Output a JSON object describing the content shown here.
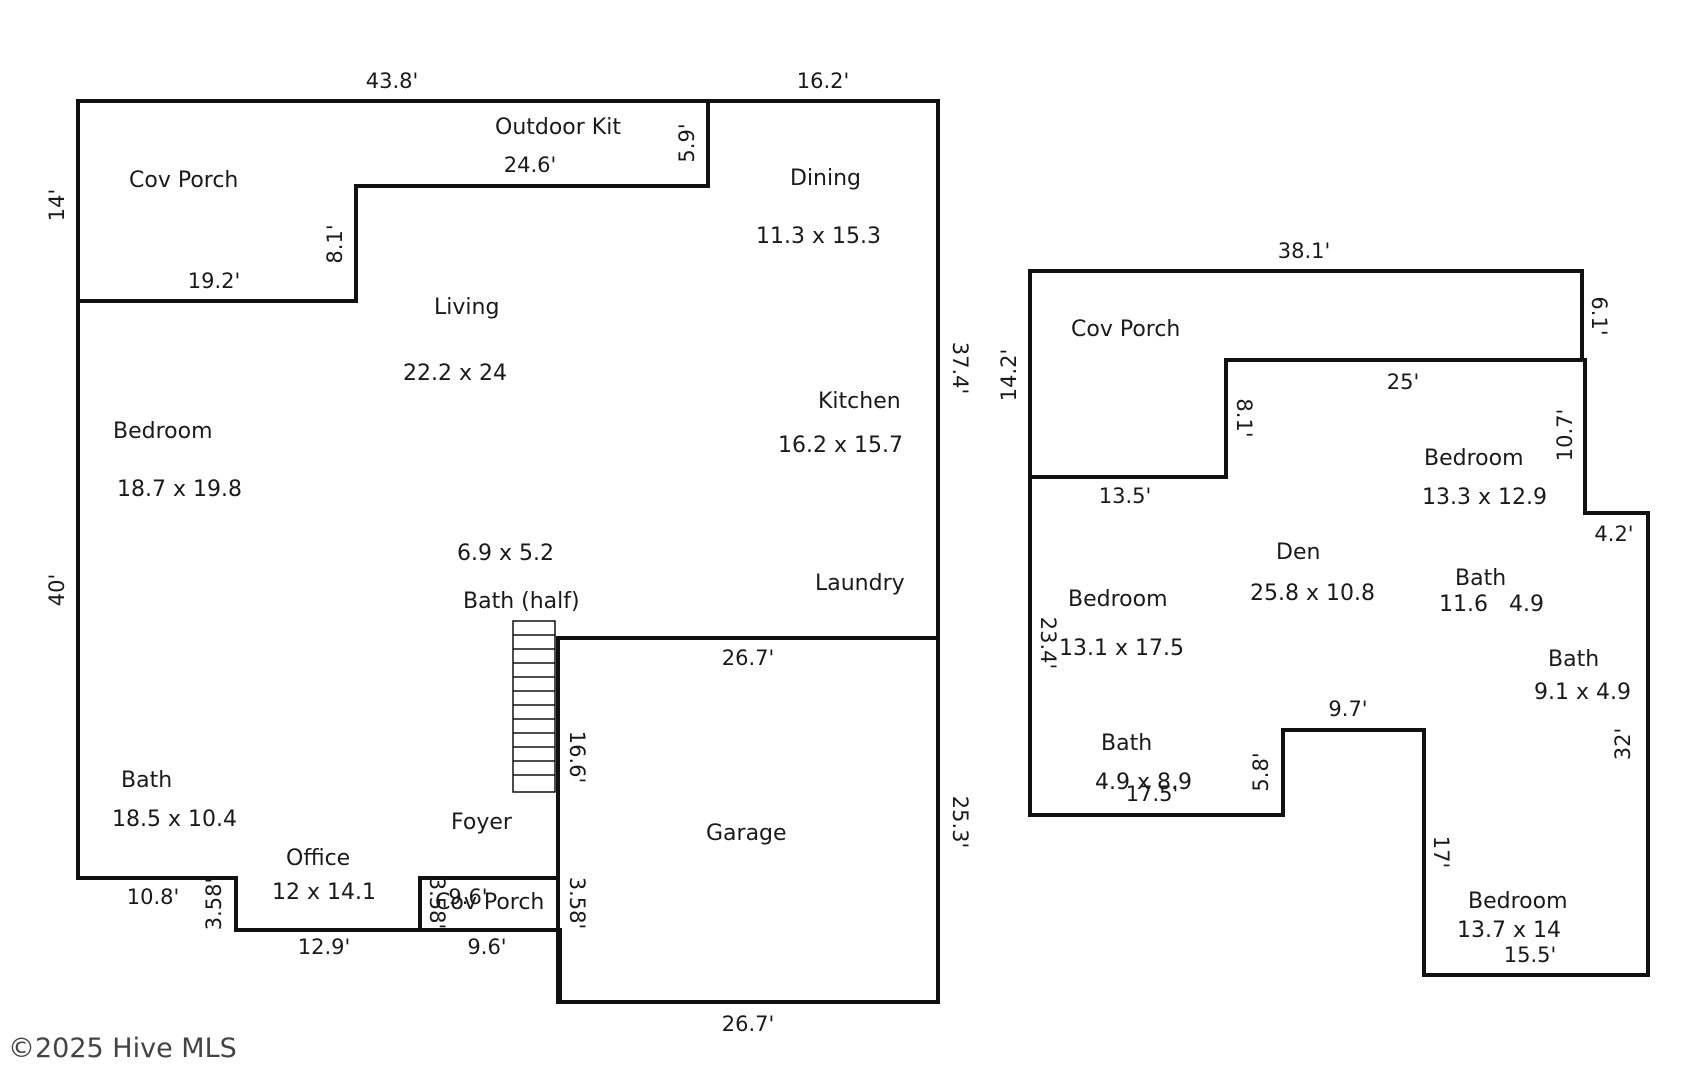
{
  "floor1": {
    "outline": {
      "top_left": "43.8'",
      "top_right": "16.2'",
      "left_upper": "14'",
      "left_lower": "40'",
      "right_upper": "37.4'",
      "right_lower": "25.3'",
      "bottom_left": "10.8'",
      "bottom_step": "3.58'",
      "bottom_office": "12.9'",
      "bottom_porch": "9.6'",
      "garage_bottom": "26.7'"
    },
    "porch_walls": {
      "outdoor_kit_width": "24.6'",
      "outdoor_kit_depth": "5.9'",
      "porch_step": "8.1'",
      "porch_width": "19.2'"
    },
    "garage_walls": {
      "top": "26.7'",
      "left_upper": "16.6'",
      "left_lower": "3.58'"
    },
    "entry_porch": {
      "top_overlap": "9.6'",
      "left_side": "3.58'"
    },
    "rooms": {
      "cov_porch": {
        "name": "Cov Porch"
      },
      "outdoor_kit": {
        "name": "Outdoor Kit"
      },
      "dining": {
        "name": "Dining",
        "dims": "11.3 x 15.3"
      },
      "living": {
        "name": "Living",
        "dims": "22.2 x 24"
      },
      "kitchen": {
        "name": "Kitchen",
        "dims": "16.2 x 15.7"
      },
      "bedroom": {
        "name": "Bedroom",
        "dims": "18.7 x 19.8"
      },
      "bath_half": {
        "name": "Bath (half)",
        "dims": "6.9 x 5.2"
      },
      "laundry": {
        "name": "Laundry"
      },
      "garage": {
        "name": "Garage"
      },
      "bath": {
        "name": "Bath",
        "dims": "18.5 x 10.4"
      },
      "foyer": {
        "name": "Foyer"
      },
      "office": {
        "name": "Office",
        "dims": "12 x 14.1"
      },
      "entry_porch": {
        "name": "Cov Porch"
      }
    }
  },
  "floor2": {
    "outline": {
      "top": "38.1'",
      "top_right": "6.1'",
      "left_upper": "14.2'",
      "left_lower": "23.4'",
      "porch_inner_width": "25'",
      "porch_inner_depth": "8.1'",
      "porch_bottom": "13.5'",
      "right_upper": "10.7'",
      "right_step": "4.2'",
      "right_lower": "32'",
      "bottom_bath_width": "17.5'",
      "bottom_bath_step": "5.8'",
      "bottom_notch_width": "9.7'",
      "bottom_notch_depth": "17'",
      "bottom_bedroom": "15.5'"
    },
    "rooms": {
      "cov_porch": {
        "name": "Cov Porch"
      },
      "bedroom_top": {
        "name": "Bedroom",
        "dims": "13.3 x 12.9"
      },
      "den": {
        "name": "Den",
        "dims": "25.8 x 10.8"
      },
      "bath_middle": {
        "name": "Bath",
        "dims": "11.6   4.9"
      },
      "bedroom_left": {
        "name": "Bedroom",
        "dims": "13.1 x 17.5"
      },
      "bath_right": {
        "name": "Bath",
        "dims": "9.1 x 4.9"
      },
      "bath_small": {
        "name": "Bath",
        "dims": "4.9 x 8.9"
      },
      "bedroom_bottom": {
        "name": "Bedroom",
        "dims": "13.7 x 14"
      }
    }
  },
  "copyright": "©2025 Hive MLS"
}
